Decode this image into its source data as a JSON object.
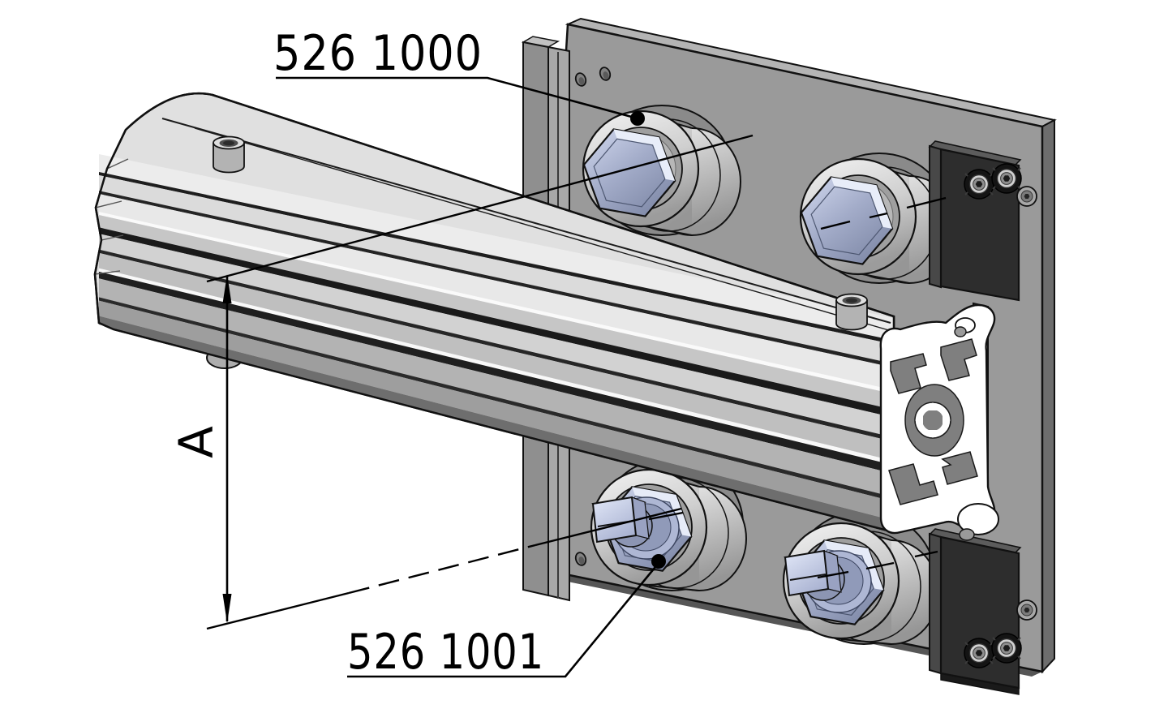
{
  "diagram": {
    "kind": "CAD isometric assembly drawing of roller guide carriage on aluminium extrusion rail",
    "labels": {
      "part_top": "526 1000",
      "part_bottom": "526 1001",
      "dimension": "A"
    },
    "palette": {
      "background": "#ffffff",
      "annotation_line": "#000000",
      "plate_gray": "#9a9a9a",
      "plate_top": "#b4b4b4",
      "plate_side": "#6d6d6d",
      "rail_light": "#e8e8e8",
      "rail_mid": "#b3b3b3",
      "clamp_black": "#2d2d2d",
      "bolt_blue_gray": "#aeb7d4",
      "white_part": "#ffffff"
    }
  }
}
